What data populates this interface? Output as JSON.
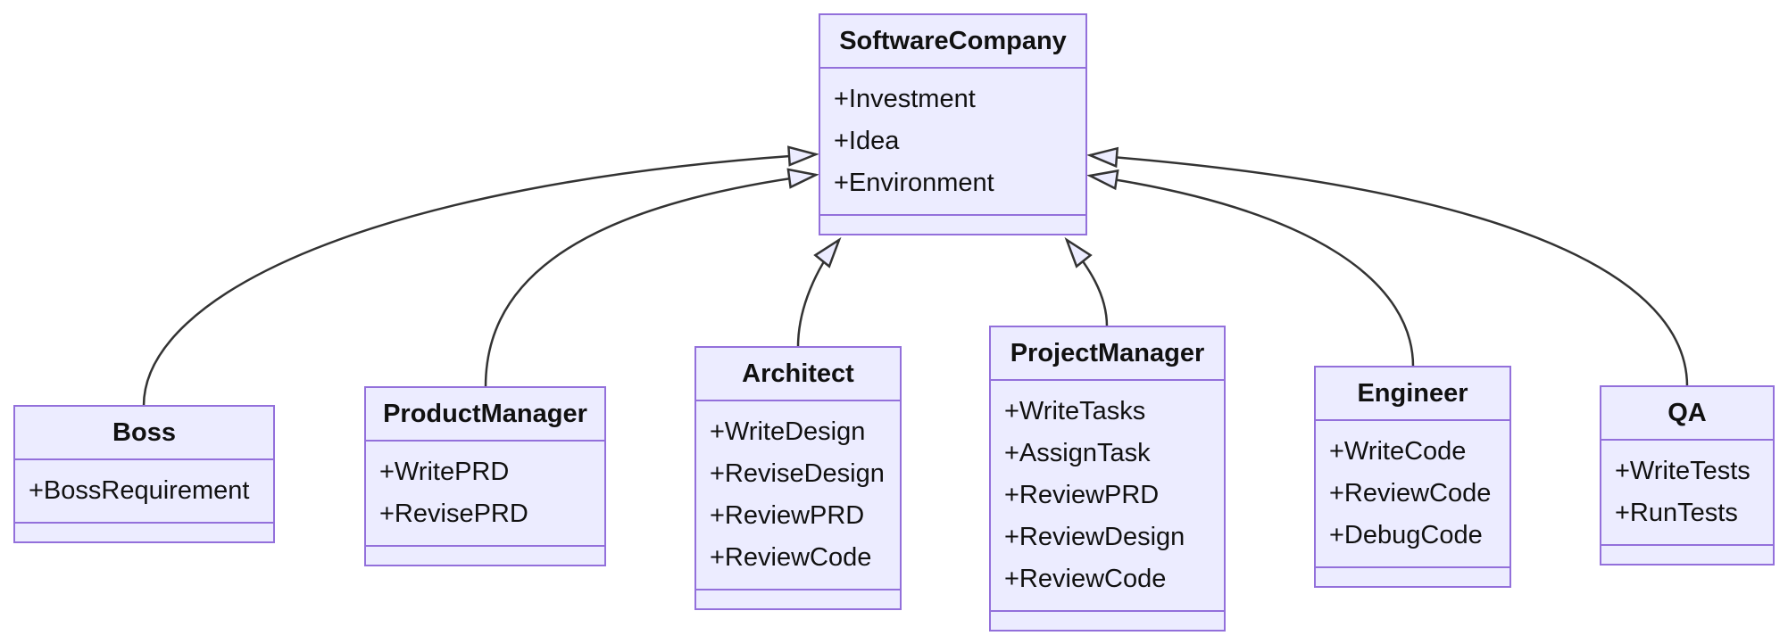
{
  "diagram": {
    "kind": "uml-class-diagram",
    "colors": {
      "node_fill": "#ECECFF",
      "node_border": "#9370DB",
      "edge_line": "#333333",
      "text": "#111111",
      "background": "#ffffff"
    },
    "classes": [
      {
        "name": "SoftwareCompany",
        "members": [
          "+Investment",
          "+Idea",
          "+Environment"
        ],
        "methods": []
      },
      {
        "name": "Boss",
        "members": [
          "+BossRequirement"
        ],
        "methods": []
      },
      {
        "name": "ProductManager",
        "members": [
          "+WritePRD",
          "+RevisePRD"
        ],
        "methods": []
      },
      {
        "name": "Architect",
        "members": [
          "+WriteDesign",
          "+ReviseDesign",
          "+ReviewPRD",
          "+ReviewCode"
        ],
        "methods": []
      },
      {
        "name": "ProjectManager",
        "members": [
          "+WriteTasks",
          "+AssignTask",
          "+ReviewPRD",
          "+ReviewDesign",
          "+ReviewCode"
        ],
        "methods": []
      },
      {
        "name": "Engineer",
        "members": [
          "+WriteCode",
          "+ReviewCode",
          "+DebugCode"
        ],
        "methods": []
      },
      {
        "name": "QA",
        "members": [
          "+WriteTests",
          "+RunTests"
        ],
        "methods": []
      }
    ],
    "relations": [
      {
        "from": "Boss",
        "to": "SoftwareCompany",
        "type": "inheritance"
      },
      {
        "from": "ProductManager",
        "to": "SoftwareCompany",
        "type": "inheritance"
      },
      {
        "from": "Architect",
        "to": "SoftwareCompany",
        "type": "inheritance"
      },
      {
        "from": "ProjectManager",
        "to": "SoftwareCompany",
        "type": "inheritance"
      },
      {
        "from": "Engineer",
        "to": "SoftwareCompany",
        "type": "inheritance"
      },
      {
        "from": "QA",
        "to": "SoftwareCompany",
        "type": "inheritance"
      }
    ]
  }
}
